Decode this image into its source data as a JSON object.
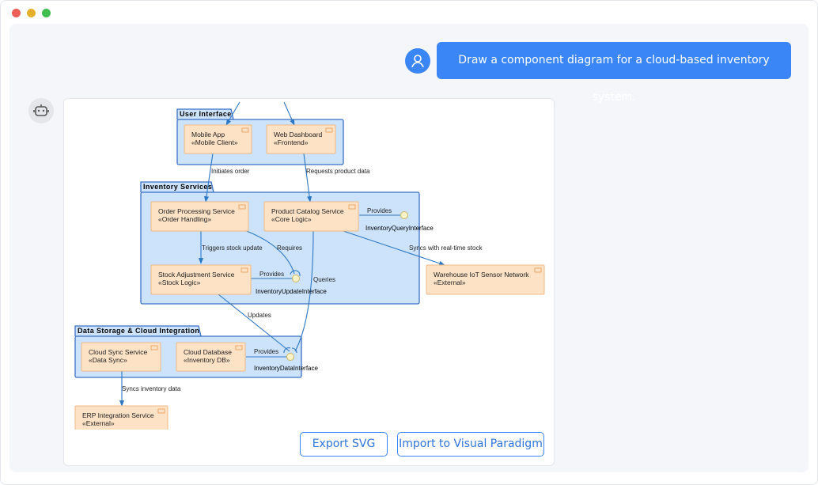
{
  "window": {
    "controls": [
      "close",
      "minimize",
      "maximize"
    ],
    "colors": {
      "close": "#ed5f57",
      "minimize": "#e5b02c",
      "maximize": "#3fbe4f"
    }
  },
  "chat": {
    "user_message": "Draw a component diagram for a cloud-based inventory system.",
    "user_avatar_icon": "user-icon",
    "bot_avatar_icon": "robot-icon"
  },
  "diagram": {
    "packages": [
      {
        "id": "ui",
        "label": "User Interface"
      },
      {
        "id": "inv",
        "label": "Inventory Services"
      },
      {
        "id": "data",
        "label": "Data Storage & Cloud Integration"
      }
    ],
    "components": [
      {
        "id": "mobile",
        "name": "Mobile App",
        "stereotype": "«Mobile Client»"
      },
      {
        "id": "web",
        "name": "Web Dashboard",
        "stereotype": "«Frontend»"
      },
      {
        "id": "order",
        "name": "Order Processing Service",
        "stereotype": "«Order Handling»"
      },
      {
        "id": "catalog",
        "name": "Product Catalog Service",
        "stereotype": "«Core Logic»"
      },
      {
        "id": "stock",
        "name": "Stock Adjustment Service",
        "stereotype": "«Stock Logic»"
      },
      {
        "id": "iot",
        "name": "Warehouse IoT Sensor Network",
        "stereotype": "«External»"
      },
      {
        "id": "sync",
        "name": "Cloud Sync Service",
        "stereotype": "«Data Sync»"
      },
      {
        "id": "db",
        "name": "Cloud Database",
        "stereotype": "«Inventory DB»"
      },
      {
        "id": "erp",
        "name": "ERP Integration Service",
        "stereotype": "«External»"
      }
    ],
    "interfaces": [
      {
        "id": "query",
        "label": "InventoryQueryInterface"
      },
      {
        "id": "update",
        "label": "InventoryUpdateInterface"
      },
      {
        "id": "datai",
        "label": "InventoryDataInterface"
      }
    ],
    "edge_labels": {
      "initiates": "Initiates order",
      "requests": "Requests product data",
      "provides_query": "Provides",
      "triggers": "Triggers stock update",
      "requires": "Requires",
      "syncs_rt": "Syncs with real-time stock",
      "provides_update": "Provides",
      "queries": "Queries",
      "updates": "Updates",
      "provides_data": "Provides",
      "syncs_inv": "Syncs inventory data"
    },
    "colors": {
      "package_fill": "#cce3fb",
      "package_stroke": "#3b6fc4",
      "component_fill": "#fde2c6",
      "component_stroke": "#f0b987",
      "edge": "#2e78c2",
      "interface_fill": "#fdf3c4"
    }
  },
  "actions": {
    "export_svg": "Export SVG",
    "import_vp": "Import to Visual Paradigm"
  }
}
